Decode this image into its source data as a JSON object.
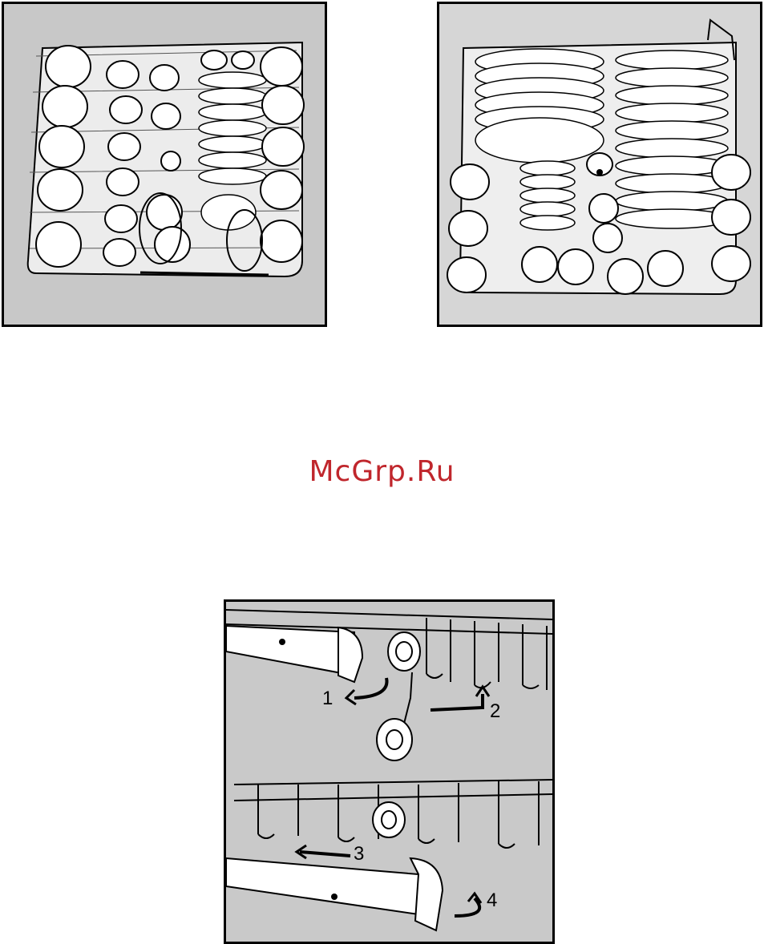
{
  "watermark": {
    "text": "McGrp.Ru",
    "color": "#c0262c"
  },
  "panels": [
    {
      "id": "upper-basket-cups-illustration"
    },
    {
      "id": "lower-basket-plates-illustration"
    },
    {
      "id": "basket-rail-removal-illustration"
    }
  ],
  "steps": [
    "1",
    "2",
    "3",
    "4"
  ],
  "colors": {
    "panel_gray": "#c8c8c8",
    "line": "#000000",
    "fill": "#ffffff"
  }
}
